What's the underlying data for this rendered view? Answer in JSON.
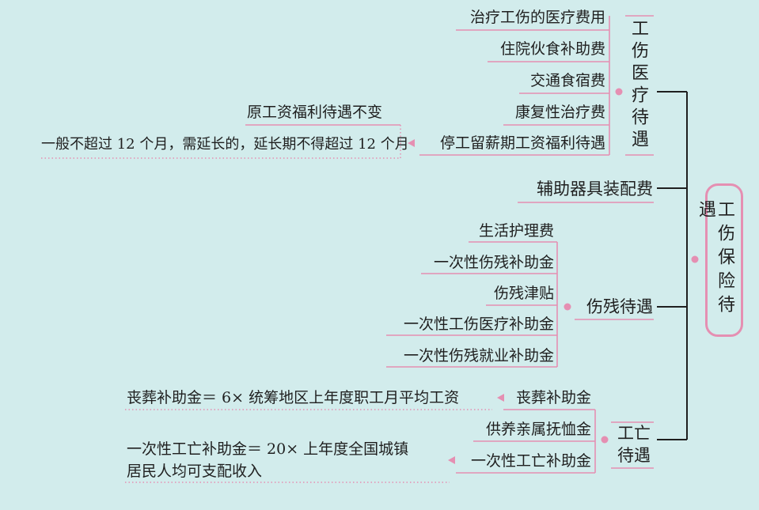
{
  "root": {
    "label": "工伤保险待遇"
  },
  "branches": {
    "medical": {
      "label": "工伤医疗待遇",
      "items": [
        "治疗工伤的医疗费用",
        "住院伙食补助费",
        "交通食宿费",
        "康复性治疗费",
        "停工留薪期工资福利待遇"
      ],
      "notes": {
        "pay": "原工资福利待遇不变",
        "period": "一般不超过 12 个月，需延长的，延长期不得超过 12 个月"
      }
    },
    "devices": {
      "label": "辅助器具装配费"
    },
    "disability": {
      "label": "伤残待遇",
      "items": [
        "生活护理费",
        "一次性伤残补助金",
        "伤残津贴",
        "一次性工伤医疗补助金",
        "一次性伤残就业补助金"
      ]
    },
    "death": {
      "label": "工亡待遇",
      "items": [
        "丧葬补助金",
        "供养亲属抚恤金",
        "一次性工亡补助金"
      ],
      "notes": {
        "funeral": "丧葬补助金＝ 6× 统筹地区上年度职工月平均工资",
        "lump_line1": "一次性工亡补助金＝ 20× 上年度全国城镇",
        "lump_line2": "居民人均可支配收入"
      }
    }
  },
  "colors": {
    "background": "#d2ecec",
    "accent": "#e58fb2",
    "line": "#1f1f1f",
    "text": "#1f1f1f"
  }
}
